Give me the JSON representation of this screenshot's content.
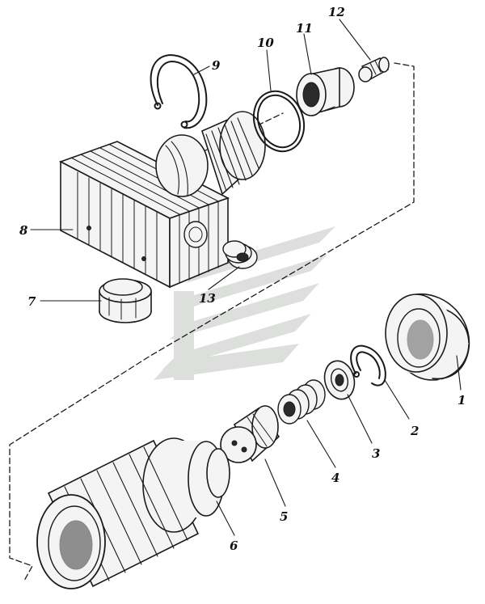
{
  "labels": {
    "p1": "1",
    "p2": "2",
    "p3": "3",
    "p4": "4",
    "p5": "5",
    "p6": "6",
    "p7": "7",
    "p8": "8",
    "p9": "9",
    "p10": "10",
    "p11": "11",
    "p12": "12",
    "p13": "13"
  },
  "colors": {
    "ink": "#1a1a1a",
    "watermark": "#d9dcd9"
  }
}
